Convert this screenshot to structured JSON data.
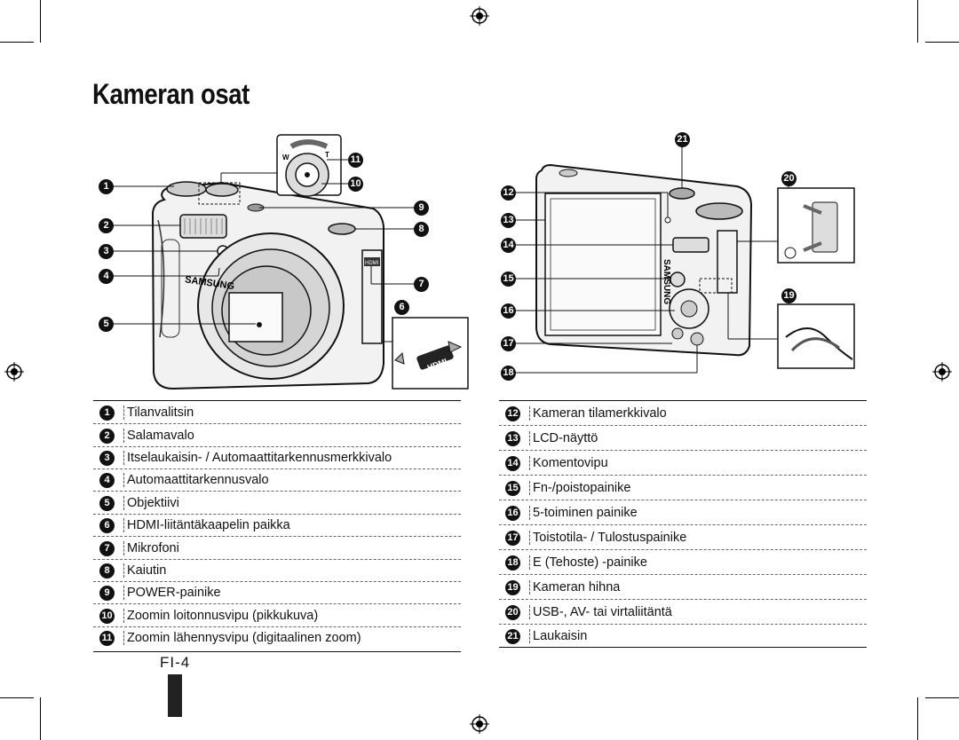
{
  "title": "Kameran osat",
  "page_number": "FI-4",
  "front_legend": [
    {
      "num": "1",
      "label": "Tilanvalitsin"
    },
    {
      "num": "2",
      "label": "Salamavalo"
    },
    {
      "num": "3",
      "label": "Itselaukaisin- / Automaattitarkennusmerkkivalo"
    },
    {
      "num": "4",
      "label": "Automaattitarkennusvalo"
    },
    {
      "num": "5",
      "label": "Objektiivi"
    },
    {
      "num": "6",
      "label": "HDMI-liitäntäkaapelin paikka"
    },
    {
      "num": "7",
      "label": "Mikrofoni"
    },
    {
      "num": "8",
      "label": "Kaiutin"
    },
    {
      "num": "9",
      "label": "POWER-painike"
    },
    {
      "num": "10",
      "label": "Zoomin loitonnusvipu (pikkukuva)"
    },
    {
      "num": "11",
      "label": "Zoomin lähennysvipu (digitaalinen zoom)"
    }
  ],
  "back_legend": [
    {
      "num": "12",
      "label": "Kameran tilamerkkivalo"
    },
    {
      "num": "13",
      "label": "LCD-näyttö"
    },
    {
      "num": "14",
      "label": "Komentovipu"
    },
    {
      "num": "15",
      "label": "Fn-/poistopainike"
    },
    {
      "num": "16",
      "label": "5-toiminen painike"
    },
    {
      "num": "17",
      "label": "Toistotila- / Tulostuspainike"
    },
    {
      "num": "18",
      "label": "E (Tehoste) -painike"
    },
    {
      "num": "19",
      "label": "Kameran hihna"
    },
    {
      "num": "20",
      "label": "USB-, AV- tai virtaliitäntä"
    },
    {
      "num": "21",
      "label": "Laukaisin"
    }
  ],
  "figure_text": {
    "brand": "SAMSUNG",
    "brand_back": "SAMSUNG",
    "hdmi": "HDMI",
    "zoom_w": "W",
    "zoom_t": "T"
  }
}
